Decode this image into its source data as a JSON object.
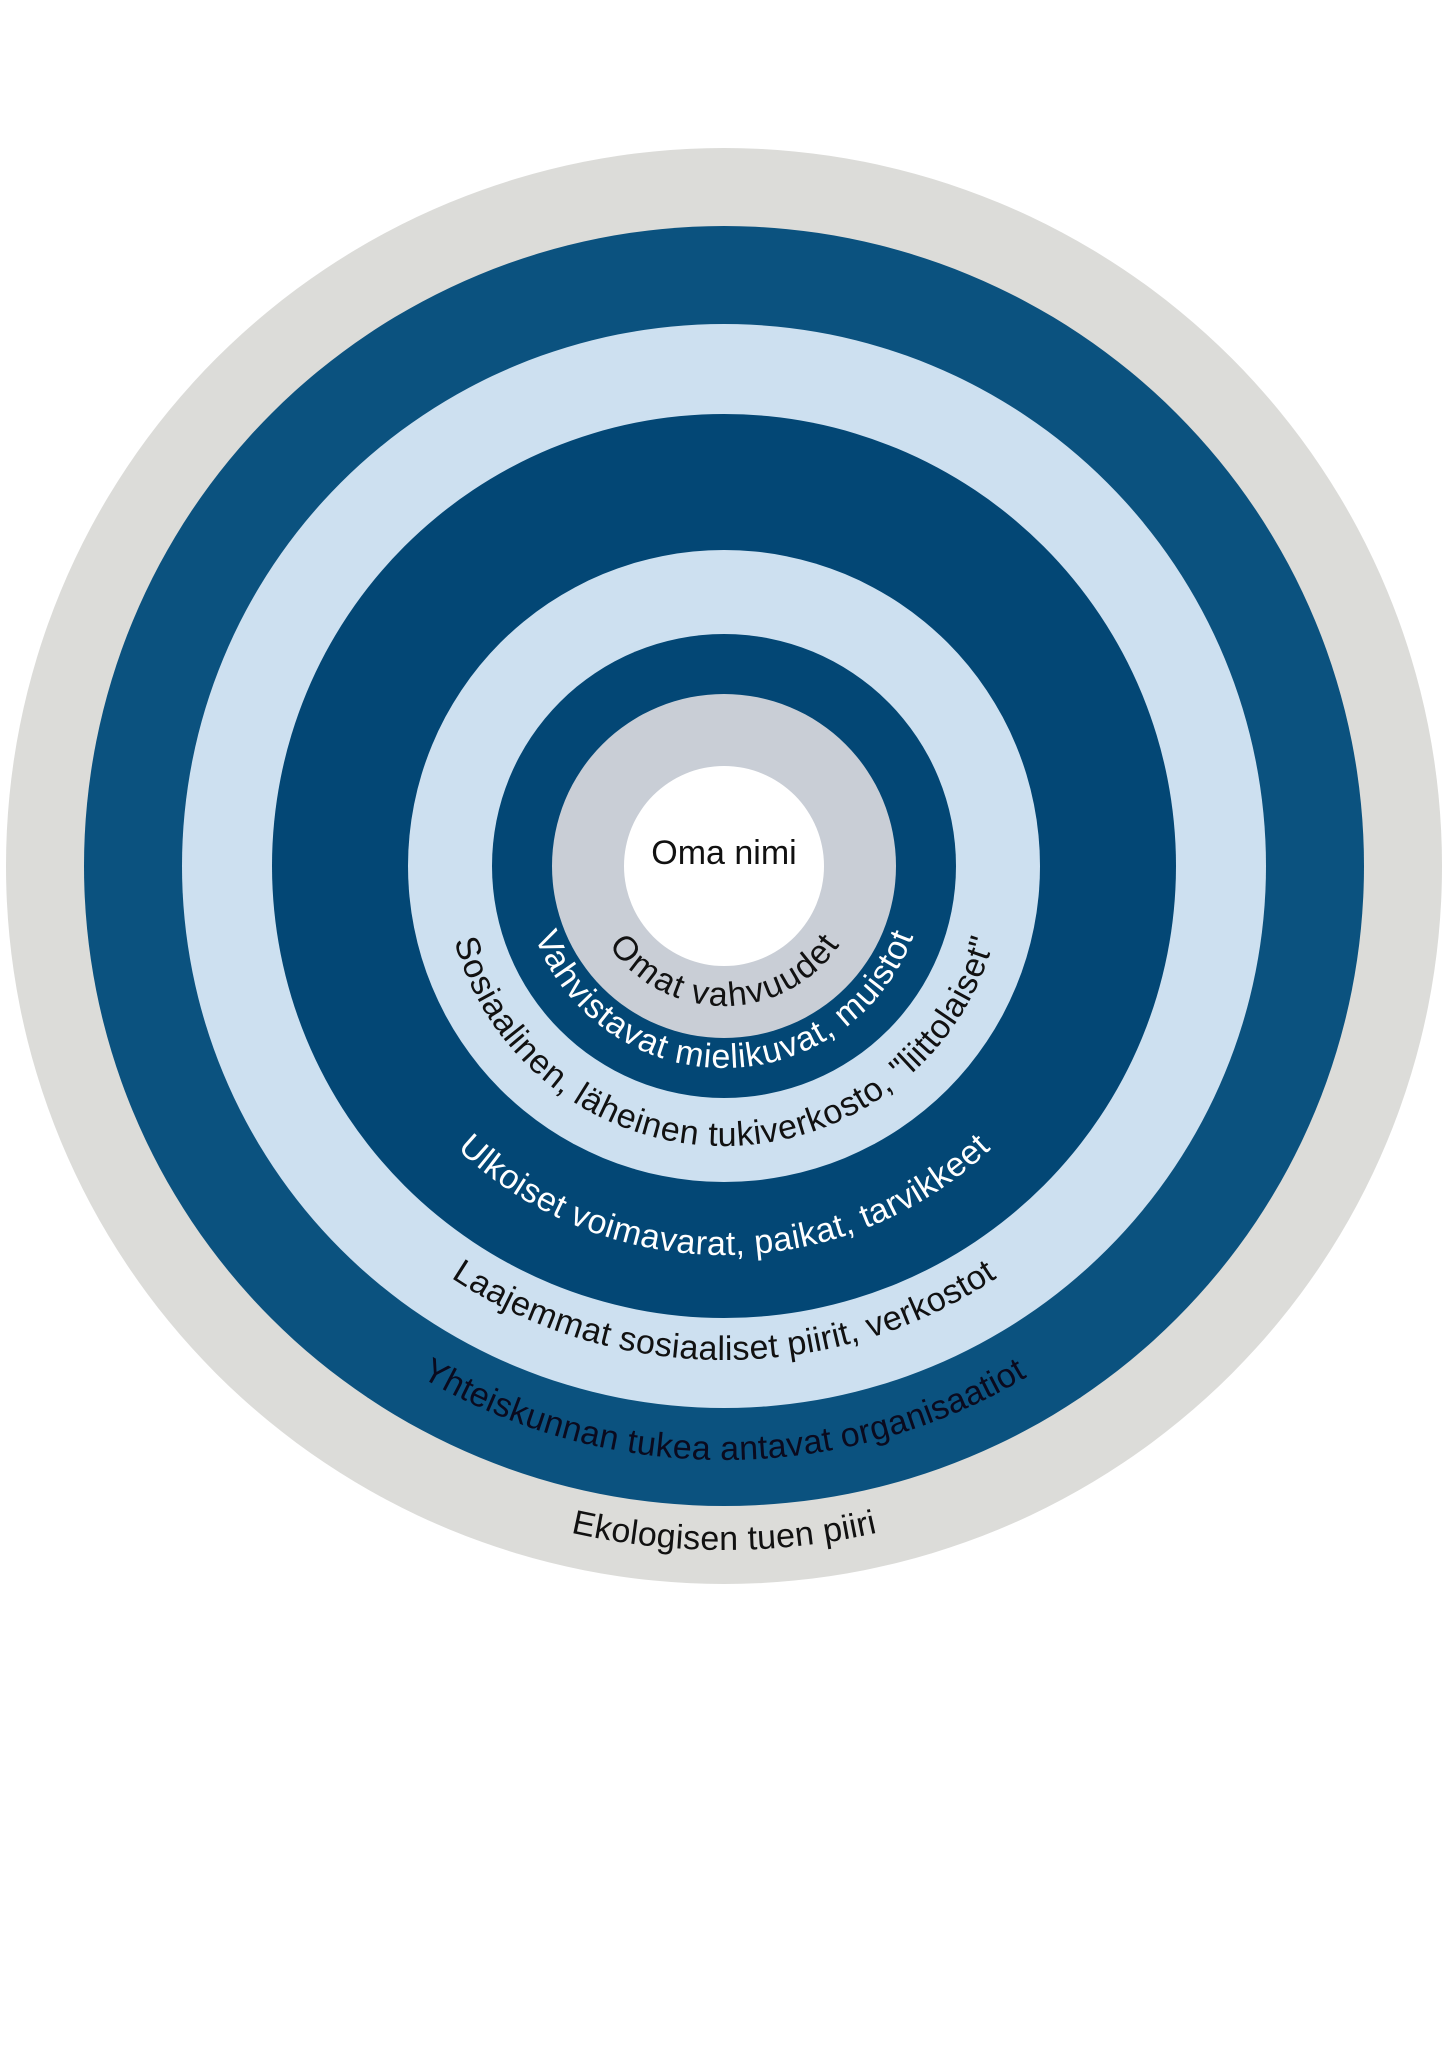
{
  "diagram": {
    "center_label": "Oma nimi",
    "center_color": "#ffffff",
    "center_text_color": "#111111",
    "rings": [
      {
        "label": "Omat vahvuudet",
        "fill": "#c9ced6",
        "text_color": "#111111"
      },
      {
        "label": "Vahvistavat mielikuvat, muistot",
        "fill": "#034775",
        "text_color": "#ffffff"
      },
      {
        "label": "Sosiaalinen, läheinen tukiverkosto, \"liittolaiset\"",
        "fill": "#cde0f0",
        "text_color": "#111111"
      },
      {
        "label": "Ulkoiset  voimavarat, paikat, tarvikkeet",
        "fill": "#034775",
        "text_color": "#ffffff"
      },
      {
        "label": "Laajemmat sosiaaliset piirit, verkostot",
        "fill": "#cde0f0",
        "text_color": "#111111"
      },
      {
        "label": "Yhteiskunnan tukea antavat organisaatiot",
        "fill": "#0b527f",
        "text_color": "#0a0a1e"
      },
      {
        "label": "Ekologisen tuen piiri",
        "fill": "#dcdcd9",
        "text_color": "#111111"
      }
    ]
  }
}
